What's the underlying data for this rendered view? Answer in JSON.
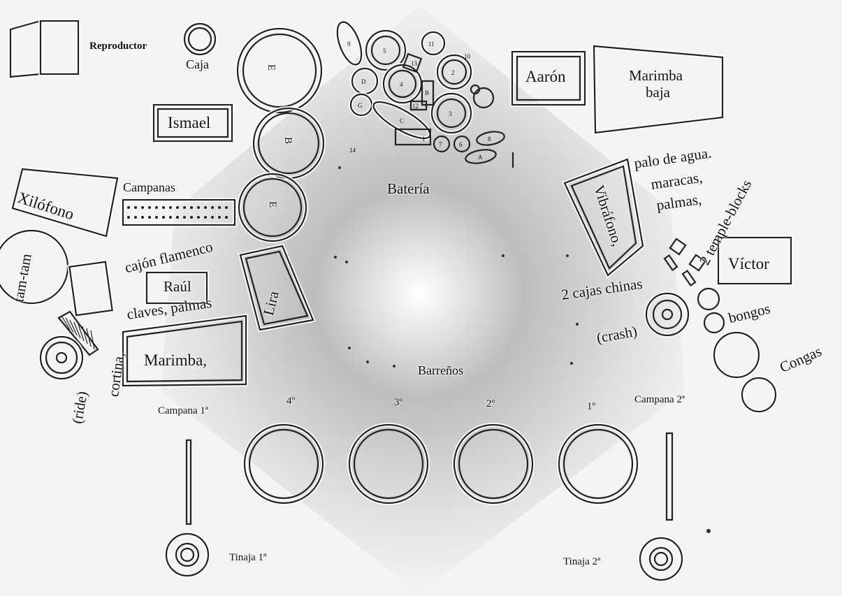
{
  "labels": {
    "reproductor": "Reproductor",
    "caja": "Caja",
    "ismael": "Ismael",
    "xilofono": "Xilófono",
    "campanas": "Campanas",
    "tam_tam": "tam-tam",
    "cajon_flamenco": "cajón flamenco",
    "raul": "Raúl",
    "claves_palmas": "claves,  palmas",
    "lira": "Lira",
    "marimba": "Marimba,",
    "cortina": "cortina,",
    "ride": "(ride)",
    "campana_1": "Campana 1ª",
    "campana_2": "Campana 2ª",
    "tinaja_1": "Tinaja 1ª",
    "tinaja_2": "Tinaja 2ª",
    "bateria": "Batería",
    "barrenos": "Barreños",
    "pos_4": "4º",
    "pos_3": "3º",
    "pos_2": "2º",
    "pos_1": "1º",
    "aaron": "Aarón",
    "marimba_baja_1": "Marimba",
    "marimba_baja_2": "baja",
    "palo_de_agua": "palo de agua.",
    "maracas": "maracas,",
    "palmas": "palmas,",
    "temple_blocks": "2 temple-blocks",
    "vibrafono": "Vibráfono,",
    "victor": "Víctor",
    "cajas_chinas": "2 cajas chinas",
    "crash": "(crash)",
    "bongos": "bongos",
    "congas": "Congas",
    "timp_top": "E",
    "timp_mid": "B",
    "timp_bot": "E"
  },
  "drum_kit_marks": {
    "k5": "5",
    "k11": "11",
    "k10": "10",
    "k2": "2",
    "k4": "4",
    "k3": "3",
    "k6": "6",
    "k7": "7",
    "k8": "8",
    "k9": "9",
    "k1": "1",
    "kb": "B",
    "kd": "D",
    "kc": "C",
    "kg": "G",
    "k12": "12",
    "k13": "13",
    "k14": "14",
    "ka": "A"
  }
}
